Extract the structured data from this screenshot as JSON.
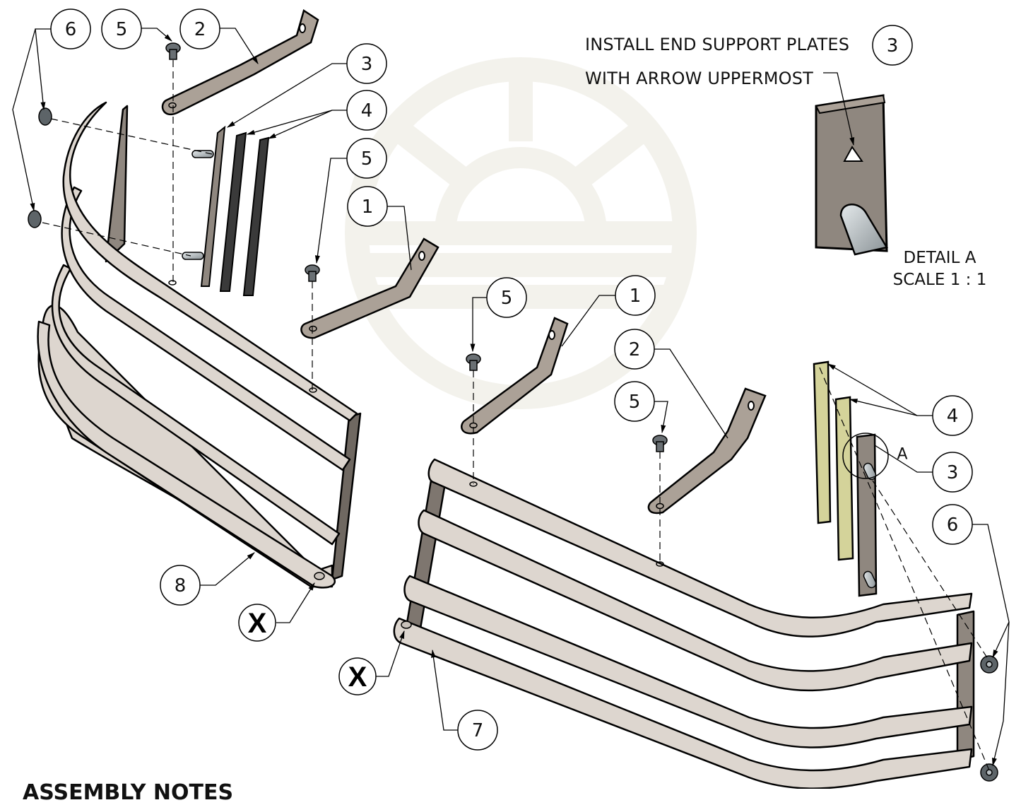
{
  "drawing": {
    "title_note_line1": "INSTALL END SUPPORT PLATES",
    "title_note_line2": "WITH ARROW UPPERMOST",
    "title_note_ref": "3",
    "detail_label": "DETAIL A",
    "detail_scale": "SCALE 1 : 1",
    "detail_marker": "A",
    "footer_heading": "ASSEMBLY NOTES",
    "colors": {
      "frame_fill": "#ddd6cf",
      "bracket_fill": "#aba197",
      "plate_fill": "#8f877f",
      "spacer_fill": "#d4d39a",
      "spacer_dark": "#3a3a3a",
      "pin_fill": "#b9c0c3",
      "watermark": "#f3f2ec",
      "line": "#000000"
    }
  },
  "balloons": [
    {
      "id": "b6-top-left",
      "label": "6"
    },
    {
      "id": "b5-top-left",
      "label": "5"
    },
    {
      "id": "b2-top-left",
      "label": "2"
    },
    {
      "id": "b3-left",
      "label": "3"
    },
    {
      "id": "b4-left",
      "label": "4"
    },
    {
      "id": "b5-left-mid",
      "label": "5"
    },
    {
      "id": "b1-left-mid",
      "label": "1"
    },
    {
      "id": "b5-center",
      "label": "5"
    },
    {
      "id": "b1-center",
      "label": "1"
    },
    {
      "id": "b2-right",
      "label": "2"
    },
    {
      "id": "b5-right",
      "label": "5"
    },
    {
      "id": "b4-right",
      "label": "4"
    },
    {
      "id": "b3-right",
      "label": "3"
    },
    {
      "id": "b6-right",
      "label": "6"
    },
    {
      "id": "b8-left",
      "label": "8"
    },
    {
      "id": "bx-left",
      "label": "X"
    },
    {
      "id": "bx-right",
      "label": "X"
    },
    {
      "id": "b7-right",
      "label": "7"
    },
    {
      "id": "b3-note",
      "label": "3"
    }
  ]
}
